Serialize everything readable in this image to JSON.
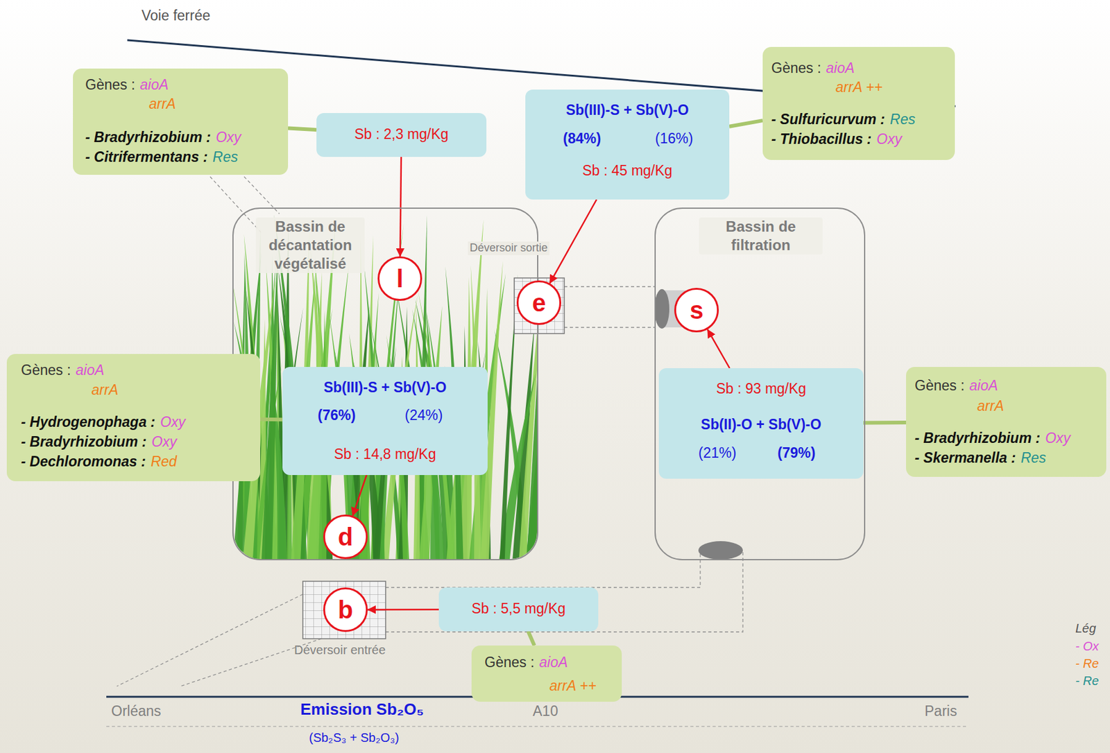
{
  "diagram": {
    "nodes": [
      {
        "text": [
          "Gènes :",
          "aioA",
          "arrA",
          "- Bradyrhizobium :",
          "Oxy",
          "- Citrifermentans :",
          "Res"
        ]
      },
      {
        "text": [
          "Sb : 2,3 mg/Kg"
        ]
      },
      {
        "text": [
          "Sb(III)-S + Sb(V)-O",
          "(84%)",
          "(16%)",
          "Sb : 45 mg/Kg"
        ]
      },
      {
        "text": [
          "Gènes :",
          "aioA",
          "arrA ++",
          "- Sulfuricurvum :",
          "Res",
          "- Thiobacillus :",
          "Oxy"
        ]
      },
      {
        "text": [
          "Bassin de décantation végétalisé"
        ]
      },
      {
        "text": [
          "l"
        ],
        "in": 4
      },
      {
        "text": [
          "Sb(III)-S + Sb(V)-O",
          "(76%)",
          "(24%)",
          "Sb : 14,8 mg/Kg"
        ],
        "in": 4
      },
      {
        "text": [
          "d"
        ],
        "in": 4
      },
      {
        "text": [
          "Gènes :",
          "aioA",
          "arrA",
          "- Hydrogenophaga :",
          "Oxy",
          "- Bradyrhizobium :",
          "Oxy",
          "- Dechloromonas :",
          "Red"
        ]
      },
      {
        "text": [
          "e"
        ]
      },
      {
        "text": [
          "Bassin de filtration"
        ]
      },
      {
        "text": [
          "s"
        ],
        "in": 10
      },
      {
        "text": [
          "Sb : 93 mg/Kg",
          "Sb(II)-O + Sb(V)-O",
          "(21%)",
          "(79%)"
        ],
        "in": 10
      },
      {
        "text": [
          "Gènes :",
          "aioA",
          "arrA",
          "- Bradyrhizobium :",
          "Oxy",
          "- Skermanella :",
          "Res"
        ]
      },
      {
        "text": [
          "b"
        ]
      },
      {
        "text": [
          "Sb : 5,5 mg/Kg"
        ]
      },
      {
        "text": [
          "Gènes :",
          "aioA",
          "arrA ++"
        ]
      }
    ],
    "edges": [
      {
        "from": 1,
        "to": 5,
        "arrow": "to"
      },
      {
        "from": 2,
        "to": 9,
        "arrow": "to"
      },
      {
        "from": 6,
        "to": 7,
        "arrow": "to"
      },
      {
        "from": 12,
        "to": 11,
        "arrow": "to"
      },
      {
        "from": 15,
        "to": 14,
        "arrow": "to"
      },
      {
        "from": 0,
        "to": 1,
        "arrow": "none"
      },
      {
        "from": 3,
        "to": 2,
        "arrow": "none"
      },
      {
        "from": 8,
        "to": 6,
        "arrow": "none"
      },
      {
        "from": 13,
        "to": 12,
        "arrow": "none"
      },
      {
        "from": 16,
        "to": 15,
        "arrow": "none"
      }
    ],
    "labels": [
      "Voie ferrée",
      "Déversoir sortie",
      "Déversoir entrée",
      "Orléans",
      "Emission Sb₂O₅",
      "(Sb₂S₃ + Sb₂O₃)",
      "A10",
      "Paris",
      "Lég"
    ],
    "legend": [
      {
        "text": "- Ox"
      },
      {
        "text": "- Re"
      },
      {
        "text": "- Re"
      }
    ]
  }
}
